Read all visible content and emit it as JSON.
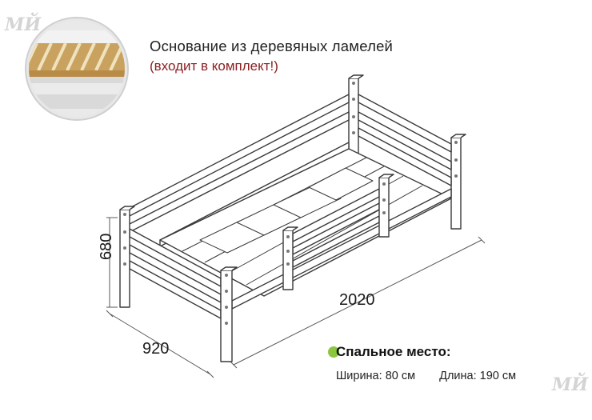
{
  "callout": {
    "title": "Основание из деревяных ламелей",
    "subtitle": "(входит в комплект!)"
  },
  "dimensions": {
    "length": "2020",
    "width": "920",
    "height": "680"
  },
  "sleeping_area": {
    "heading": "Спальное место:",
    "width_label": "Ширина:",
    "width_value": "80 см",
    "length_label": "Длина:",
    "length_value": "190 см"
  },
  "watermark": "МЙ",
  "colors": {
    "accent_red": "#8a2022",
    "accent_green": "#8cc63f",
    "line": "#3a3a3a"
  }
}
